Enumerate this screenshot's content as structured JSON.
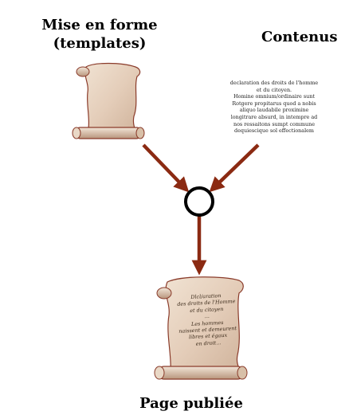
{
  "labels": {
    "templates_line1": "Mise en forme",
    "templates_line2": "(templates)",
    "contenus": "Contenus",
    "published": "Page publiée"
  },
  "contenus_text": [
    "declaration des droits de l'homme",
    "et du citoyen.",
    "Homine omnium/ordinaire sunt",
    "Rotgere propitarus quod a nobis",
    "aliquo laudabile proximine",
    "longitrare absurd, in intempre ad",
    "nos ressaitons sumpt commune",
    "dequiescique sol effectionalem"
  ],
  "published_text": [
    "Dlcl/aration",
    "des droits de l'Homme",
    "et du citoyen",
    "...",
    "Les hommes",
    "naissent et demeurent",
    "libres et égaux",
    "en droit..."
  ],
  "colors": {
    "arrow": "#8b2a12",
    "node_stroke": "#000000",
    "scroll_fill": "#e5d2bf",
    "scroll_edge": "#8a3b2a"
  }
}
